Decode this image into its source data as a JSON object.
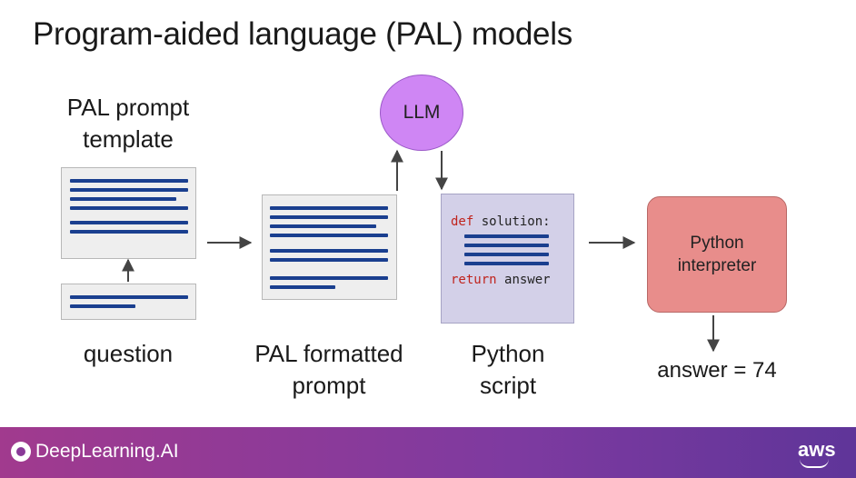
{
  "title": "Program-aided language (PAL) models",
  "labels": {
    "pal_template_line1": "PAL prompt",
    "pal_template_line2": "template",
    "question": "question",
    "formatted_line1": "PAL formatted",
    "formatted_line2": "prompt",
    "script_line1": "Python",
    "script_line2": "script",
    "answer": "answer = 74"
  },
  "nodes": {
    "llm": "LLM",
    "interpreter_line1": "Python",
    "interpreter_line2": "interpreter"
  },
  "code": {
    "def_keyword": "def",
    "def_rest": "solution:",
    "return_keyword": "return",
    "return_rest": "answer"
  },
  "footer": {
    "brand": "DeepLearning.AI",
    "partner": "aws"
  },
  "colors": {
    "bar": "#1a3f8f",
    "llm": "#cf86f4",
    "script_box": "#d3d0e8",
    "interpreter": "#e88d8b",
    "keyword": "#c0241d"
  }
}
